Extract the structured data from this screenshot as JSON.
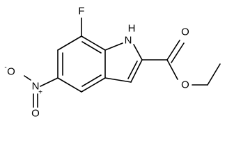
{
  "molecule": {
    "atoms": {
      "fluorine": "F",
      "nh_n": "N",
      "nh_h": "H",
      "nitro_n": "N",
      "nitro_o_top": "O",
      "nitro_o_bottom": "O",
      "carbonyl_o": "O",
      "ester_o": "O"
    },
    "charges": {
      "nitro_n_plus": "+",
      "nitro_o_minus": "-"
    }
  }
}
